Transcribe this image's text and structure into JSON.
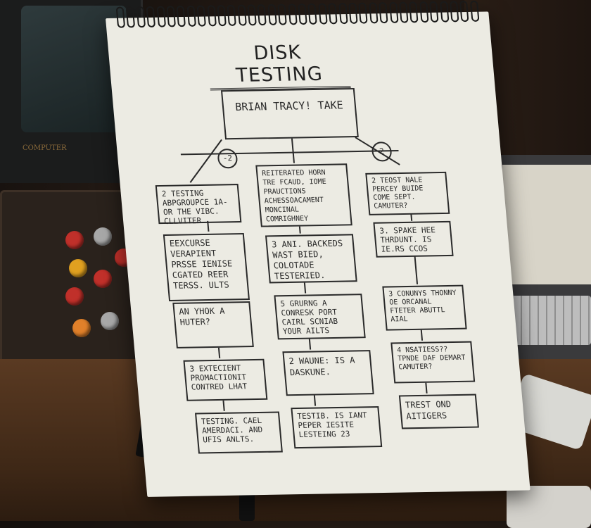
{
  "scene": {
    "monitor_brand": "COMPUTER"
  },
  "notepad": {
    "title": "DISK TESTING",
    "top_box": "BRIAN TRACY! TAKE",
    "left_badge": "-2",
    "right_badge": "2",
    "left_column": [
      "2 TESTING ABPGROUPCE 1A-OR THE VIBC. CLLVITER",
      "EEXCURSE VERAPIENT PRSSE IENISE CGATED REER TERSS. ULTS",
      "AN YHOK A HUTER?",
      "3 EXTECIENT PROMACTIONIT CONTRED LHAT",
      "TESTING. CAEL AMERDACI. AND UFIS ANLTS."
    ],
    "center_column": [
      "REITERATED HORN TRE FCAUD, IOME PRAUCTIONS ACHESSOACAMENT MONCINAL COMRIGHNEY",
      "3 ANI. BACKEDS WAST BIED, COLOTADE TESTERIED.",
      "5 GRURNG A CONRESK PORT CAIRL SCNIAB YOUR AILTS",
      "2 WAUNE: IS A DASKUNE.",
      "TESTIB. IS IANT PEPER IESITE LESTEING 23"
    ],
    "right_column": [
      "2 TEOST NALE PERCEY BUIDE COME SEPT. CAMUTER?",
      "3. SPAKE HEE THRDUNT. IS IE.RS CCOS",
      "3 CONUNYS THONNY OE ORCANAL FTETER ABUTTL AIAL",
      "4 NSATIESS?? TPNDE DAF DEMART CAMUTER?",
      "TREST OND AITIGERS"
    ]
  }
}
